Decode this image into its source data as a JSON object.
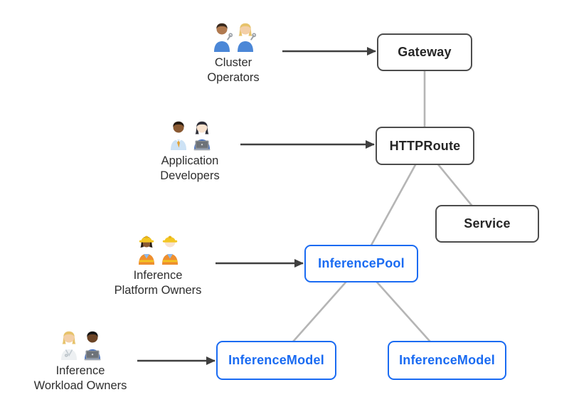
{
  "colors": {
    "background": "#ffffff",
    "box_border_dark": "#4d4d4d",
    "box_text_dark": "#262626",
    "accent_blue": "#1a6bf2",
    "edge_gray": "#b5b5b5",
    "arrow_dark": "#3f3f3f",
    "label_text": "#2e2e2e"
  },
  "nodes": {
    "gateway": {
      "label": "Gateway",
      "style": "dark"
    },
    "httproute": {
      "label": "HTTPRoute",
      "style": "dark"
    },
    "service": {
      "label": "Service",
      "style": "dark"
    },
    "inferencepool": {
      "label": "InferencePool",
      "style": "blue"
    },
    "inferencemodel_left": {
      "label": "InferenceModel",
      "style": "blue"
    },
    "inferencemodel_right": {
      "label": "InferenceModel",
      "style": "blue"
    }
  },
  "edges": [
    {
      "from": "gateway",
      "to": "httproute"
    },
    {
      "from": "httproute",
      "to": "service"
    },
    {
      "from": "httproute",
      "to": "inferencepool"
    },
    {
      "from": "inferencepool",
      "to": "inferencemodel_left"
    },
    {
      "from": "inferencepool",
      "to": "inferencemodel_right"
    }
  ],
  "actors": {
    "cluster_operators": {
      "line1": "Cluster",
      "line2": "Operators",
      "emoji": "👨🏽‍🔧 👩🏼‍🔧",
      "arrow_to": "gateway",
      "persons": [
        {
          "skin": "#b07a50",
          "hair": "#3a2a1e",
          "shirt": "#4b87d7",
          "wrench": true
        },
        {
          "skin": "#f3cfa7",
          "hair": "#e7c36b",
          "long_hair": true,
          "shirt": "#4b87d7",
          "wrench": true
        }
      ]
    },
    "application_developers": {
      "line1": "Application",
      "line2": "Developers",
      "emoji": "👨🏾‍💼 👩🏻‍💻",
      "arrow_to": "httproute",
      "persons": [
        {
          "skin": "#8a5a33",
          "hair": "#241a10",
          "shirt": "#cde2f5",
          "tie": true
        },
        {
          "skin": "#f9e3cf",
          "hair": "#2f2f38",
          "long_hair": true,
          "shirt": "#3566c4",
          "laptop": true
        }
      ]
    },
    "inference_platform_owners": {
      "line1": "Inference",
      "line2": "Platform Owners",
      "emoji": "👷🏾‍♀️ 👷🏻",
      "arrow_to": "inferencepool",
      "persons": [
        {
          "skin": "#8a5a33",
          "hair": "#241a10",
          "long_hair": true,
          "hat": true,
          "shirt": "#ee8f2f",
          "vest": true,
          "undershirt": "#8fb9e9"
        },
        {
          "skin": "#f9e3cf",
          "hair": "#caa56a",
          "hat": true,
          "shirt": "#ee8f2f",
          "vest": true,
          "undershirt": "#8fb9e9"
        }
      ]
    },
    "inference_workload_owners": {
      "line1": "Inference",
      "line2": "Workload Owners",
      "emoji": "🧑🏼‍⚕️ 👨🏿‍💻",
      "arrow_to": "inferencemodel_left",
      "persons": [
        {
          "skin": "#f3cfa7",
          "hair": "#e7c36b",
          "long_hair": true,
          "shirt": "#edf0f2",
          "coat": true
        },
        {
          "skin": "#6b4426",
          "hair": "#151515",
          "shirt": "#3566c4",
          "laptop": true
        }
      ]
    }
  }
}
